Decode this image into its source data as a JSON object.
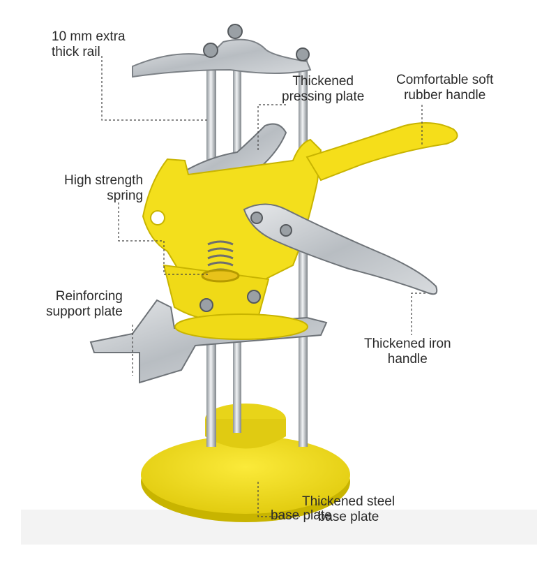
{
  "labels": {
    "rail": [
      "10 mm extra",
      "thick rail"
    ],
    "pressing_plate": [
      "Thickened",
      "pressing plate"
    ],
    "soft_handle": [
      "Comfortable soft",
      "rubber handle"
    ],
    "spring": [
      "High strength",
      "spring"
    ],
    "support_plate": [
      "Reinforcing",
      "support plate"
    ],
    "iron_handle": [
      "Thickened iron",
      "handle"
    ],
    "steel_base": [
      "Thickened steel",
      "base plate"
    ],
    "overlap_text": [
      "base plate"
    ]
  },
  "colors": {
    "yellow": "#f3df1c",
    "yellow_dark": "#c8b400",
    "steel": "#c9cdd1",
    "steel_dark": "#8e949a",
    "callout_line": "#444444"
  }
}
